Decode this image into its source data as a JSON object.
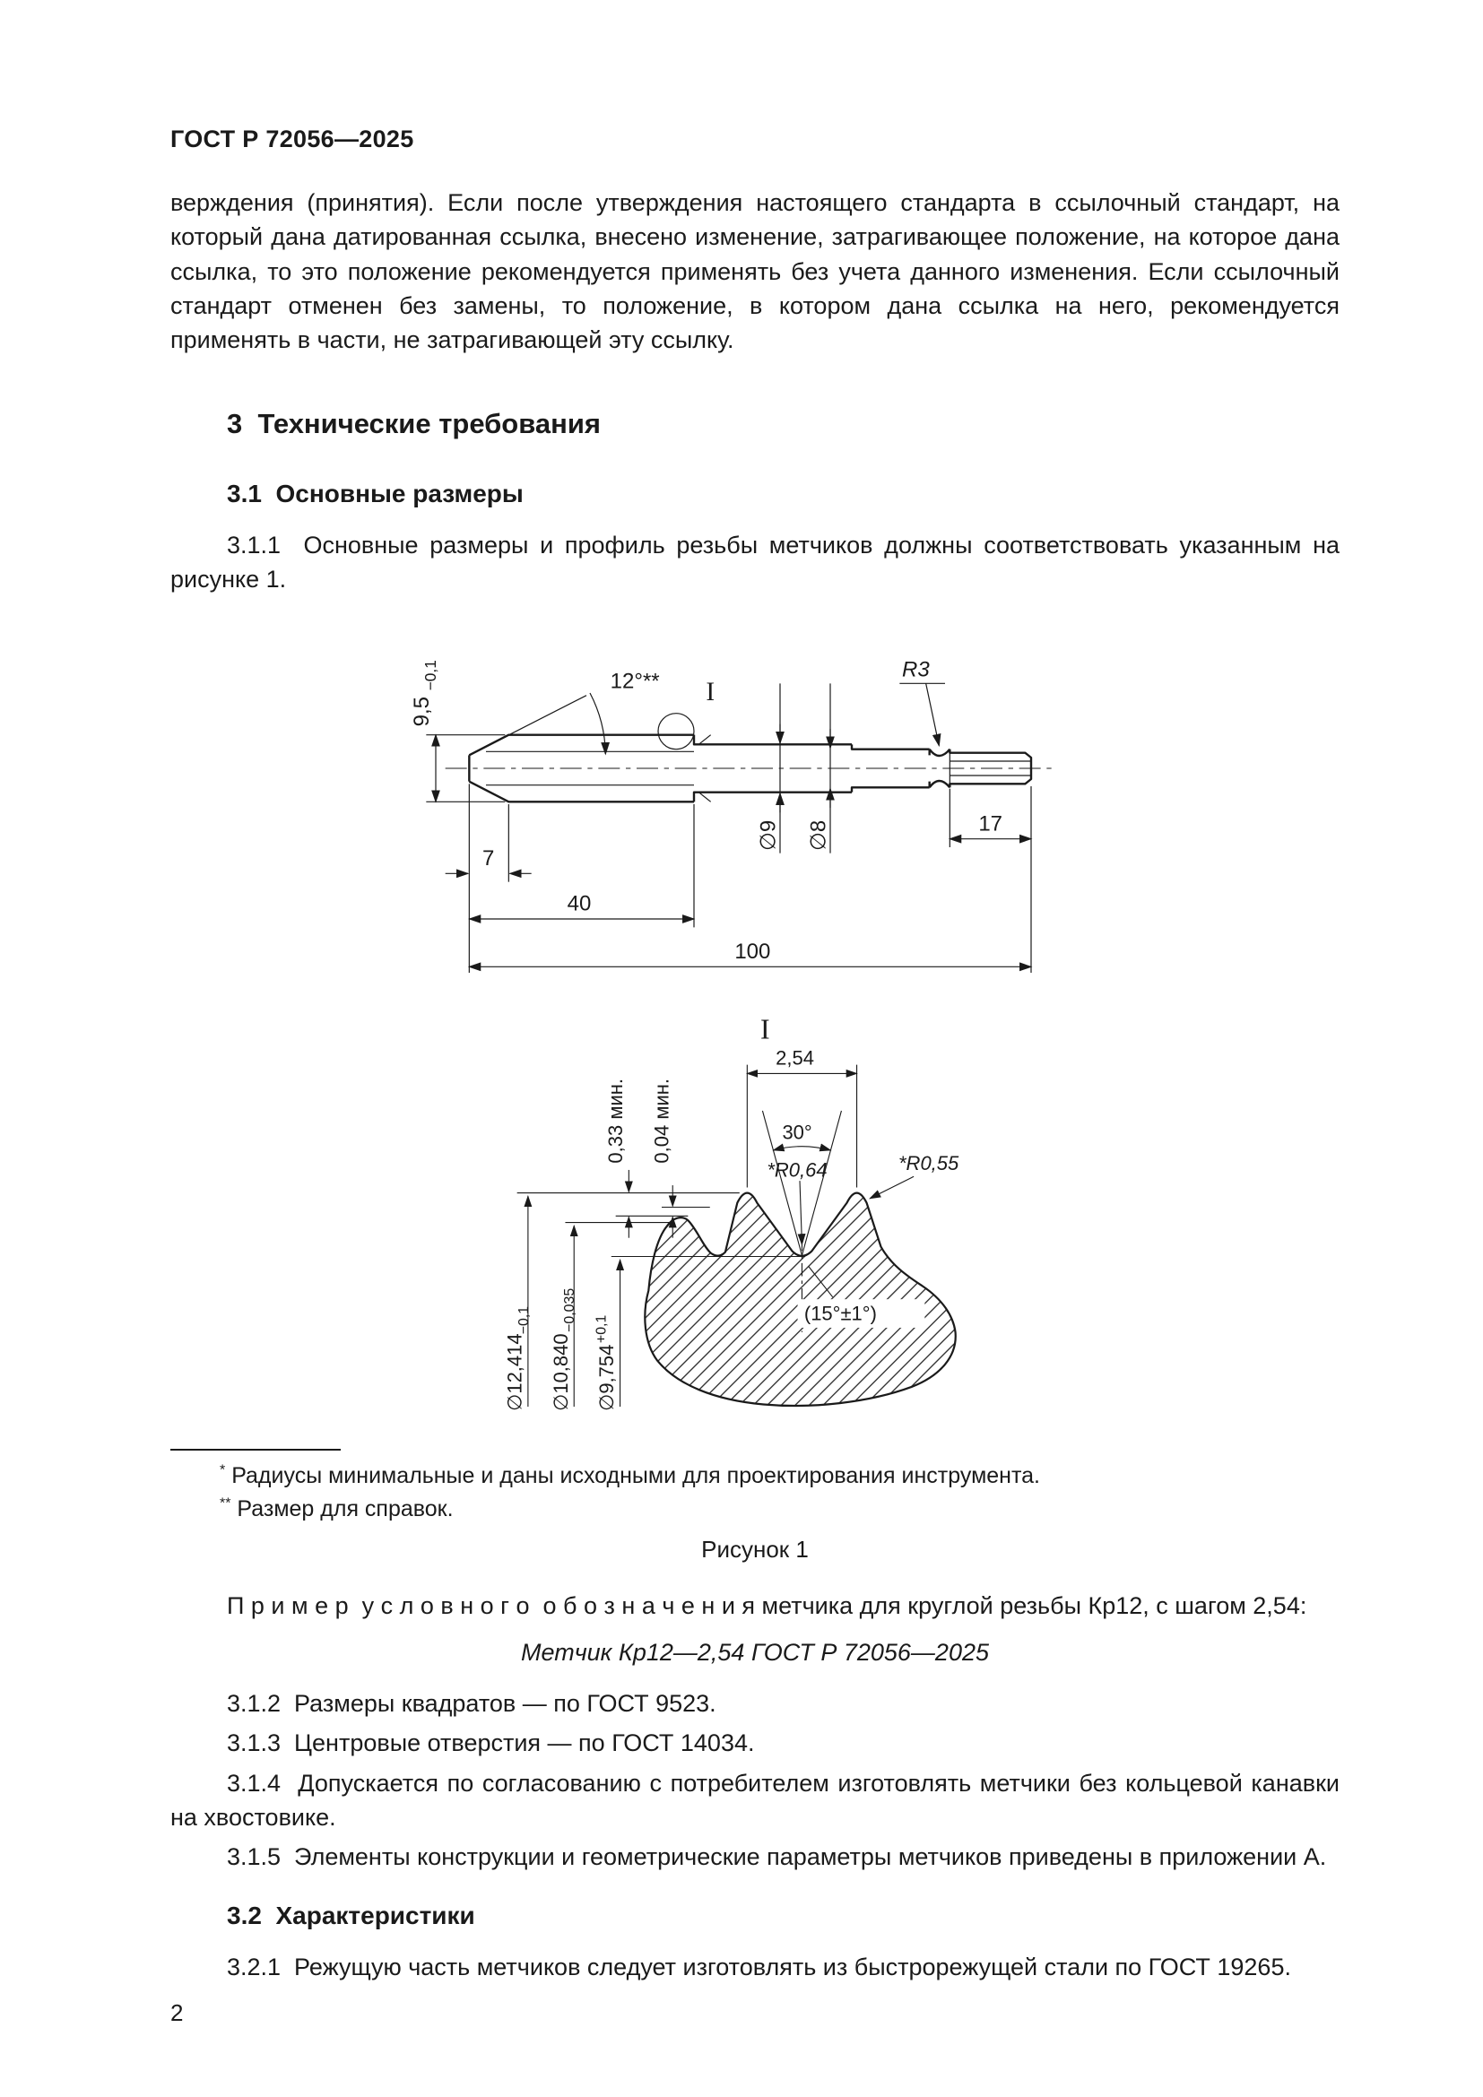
{
  "page": {
    "header": "ГОСТ Р 72056—2025",
    "number": "2"
  },
  "intro": {
    "text": "верждения (принятия). Если после утверждения настоящего стандарта в ссылочный стандарт, на который дана датированная ссылка, внесено изменение, затрагивающее положение, на которое дана ссылка, то это положение рекомендуется применять без учета данного изменения. Если ссылочный стандарт отменен без замены, то положение, в котором дана ссылка на него, рекомендуется применять в части, не затрагивающей эту ссылку.",
    "note": ""
  },
  "sec3": {
    "title": "3  Технические требования",
    "s31_title": "3.1  Основные размеры",
    "p311": "3.1.1  Основные  размеры и профиль резьбы метчиков должны соответствовать указанным на рисунке 1.",
    "p312": "3.1.2  Размеры квадратов — по ГОСТ 9523.",
    "p313": "3.1.3  Центровые отверстия — по ГОСТ 14034.",
    "p314": "3.1.4  Допускается по согласованию с потребителем изготовлять метчики без кольцевой канавки на хвостовике.",
    "p315": "3.1.5  Элементы конструкции и геометрические параметры метчиков приведены в приложении А.",
    "s32_title": "3.2  Характеристики",
    "p321": "3.2.1  Режущую часть метчиков следует изготовлять из быстрорежущей стали по ГОСТ 19265."
  },
  "figure": {
    "caption": "Рисунок 1",
    "fn1_marker": "*",
    "fn1_text": "Радиусы минимальные и даны исходными для проектирования инструмента.",
    "fn2_marker": "**",
    "fn2_text": "Размер для справок.",
    "d1": {
      "dia95": "9,5",
      "dia95_tol": "−0,1",
      "angle12": "12°**",
      "detail_marker": "I",
      "r3": "R3",
      "d9": "∅9",
      "d8": "∅8",
      "len17": "17",
      "len7": "7",
      "len40": "40",
      "len100": "100"
    },
    "d2": {
      "title": "I",
      "pitch": "2,54",
      "angle30": "30°",
      "r064": "*R0,64",
      "r055": "*R0,55",
      "min033": "0,33 мин.",
      "min004": "0,04 мин.",
      "d12414": "∅12,414",
      "d12414_tol": "−0,1",
      "d10840": "∅10,840",
      "d10840_tol": "−0,035",
      "d9754": "∅9,754",
      "d9754_tol": "+0,1",
      "angle15": "(15°±1°)"
    }
  },
  "example": {
    "lead": "П р и м е р  у с л о в н о г о  о б о з н а ч е н и я метчика для круглой резьбы Кр12, с шагом 2,54:",
    "designation": "Метчик Кр12—2,54 ГОСТ Р 72056—2025"
  }
}
